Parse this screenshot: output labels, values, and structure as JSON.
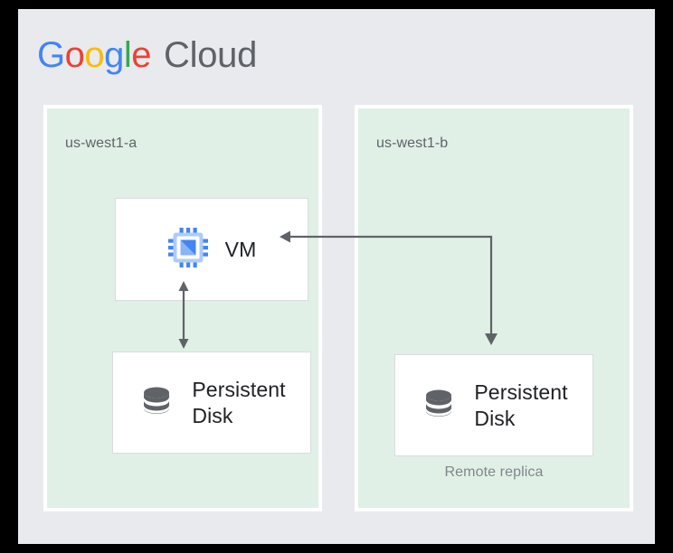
{
  "brand": {
    "google": [
      {
        "char": "G",
        "color": "#4285F4"
      },
      {
        "char": "o",
        "color": "#EA4335"
      },
      {
        "char": "o",
        "color": "#FBBC05"
      },
      {
        "char": "g",
        "color": "#4285F4"
      },
      {
        "char": "l",
        "color": "#34A853"
      },
      {
        "char": "e",
        "color": "#EA4335"
      }
    ],
    "google_text": "Google",
    "cloud_text": "Cloud"
  },
  "colors": {
    "page_background": "#E8EAED",
    "frame": "#000000",
    "zone_fill": "#E1F0E7",
    "zone_border": "#FFFFFF",
    "card_fill": "#FFFFFF",
    "card_border": "#DADCE0",
    "text_primary": "#202124",
    "text_secondary": "#5F6368",
    "text_muted": "#80868B",
    "connector": "#5F6368",
    "icon_disk": "#5F6368",
    "icon_chip_pin": "#4285F4",
    "icon_chip_body": "#AECBFA",
    "icon_chip_core": "#4285F4",
    "icon_chip_core_light": "#8AB4F8"
  },
  "zones": [
    {
      "id": "us-west1-a",
      "label": "us-west1-a",
      "resources": [
        {
          "id": "vm",
          "label": "VM",
          "icon": "cpu-chip-icon"
        },
        {
          "id": "pd-primary",
          "label": "Persistent\nDisk",
          "icon": "persistent-disk-icon"
        }
      ]
    },
    {
      "id": "us-west1-b",
      "label": "us-west1-b",
      "resources": [
        {
          "id": "pd-replica",
          "label": "Persistent\nDisk",
          "icon": "persistent-disk-icon",
          "caption": "Remote replica"
        }
      ]
    }
  ],
  "connectors": [
    {
      "id": "vm-to-primary-disk",
      "from": "vm",
      "to": "pd-primary",
      "style": "double-arrow-vertical",
      "label": ""
    },
    {
      "id": "replica-to-vm",
      "from": "pd-replica",
      "to": "vm",
      "style": "elbow-double-arrow",
      "label": ""
    }
  ]
}
